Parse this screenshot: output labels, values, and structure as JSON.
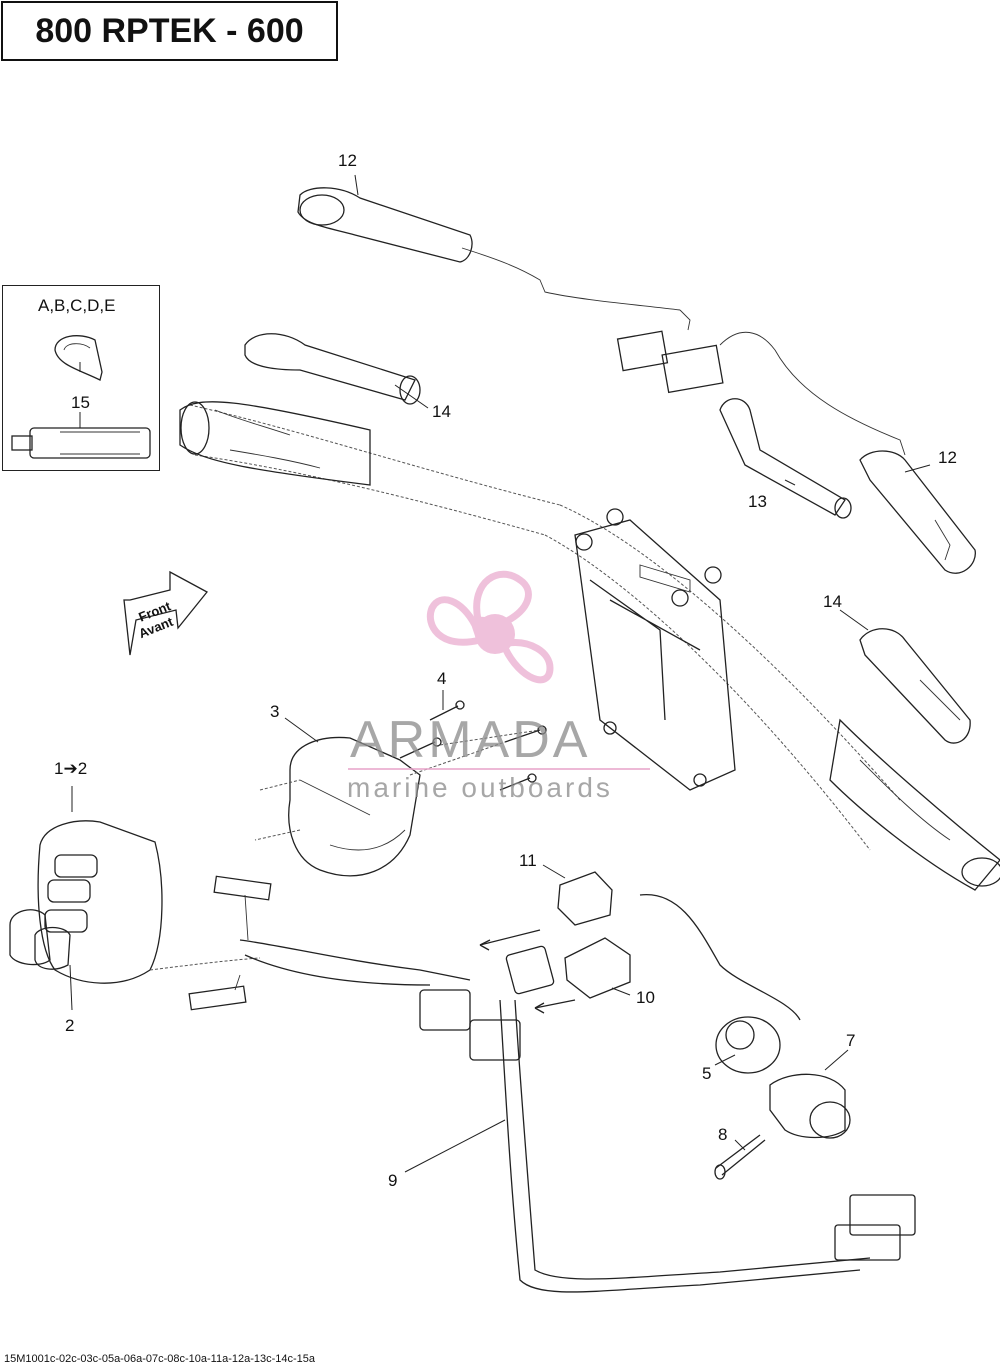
{
  "title": "800 RPTEK - 600",
  "footer_code": "15M1001c-02c-03c-05a-06a-07c-08c-10a-11a-12a-13c-14c-15a",
  "front_label": "Front",
  "front_label_fr": "Avant",
  "watermark": {
    "brand": "ARMADA",
    "tagline": "marine outboards",
    "color": "#e9a8cc"
  },
  "callouts": {
    "c12_top": "12",
    "c12_right": "12",
    "c13": "13",
    "c14_top": "14",
    "c14_right": "14",
    "c15": "15",
    "abcde": "A,B,C,D,E",
    "c1to2": "1➔2",
    "c2": "2",
    "c3": "3",
    "c4": "4",
    "c5": "5",
    "c7": "7",
    "c8": "8",
    "c9": "9",
    "c10": "10",
    "c11": "11"
  }
}
